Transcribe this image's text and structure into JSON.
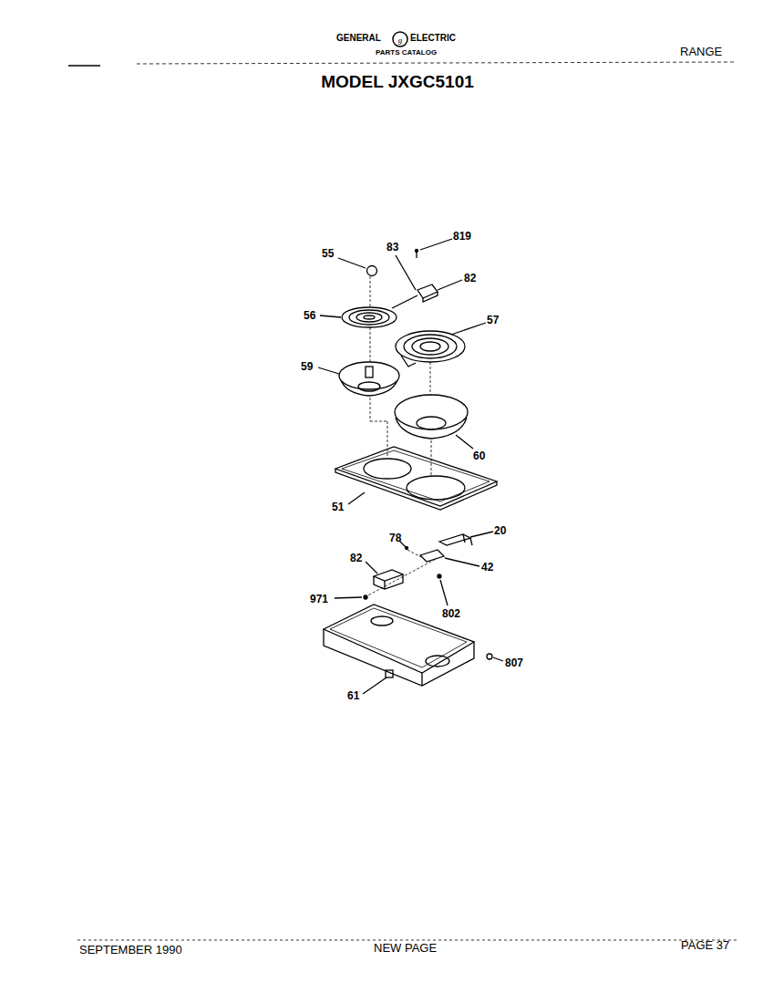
{
  "diagram": {
    "title": "MODEL JXGC5101",
    "labels": [
      "GENERAL",
      "ELECTRIC",
      "PARTS CATALOG",
      "RANGE",
      "55",
      "83",
      "819",
      "82",
      "56",
      "57",
      "59",
      "60",
      "51",
      "78",
      "20",
      "82",
      "42",
      "971",
      "802",
      "807",
      "61",
      "SEPTEMBER 1990",
      "NEW PAGE",
      "PAGE 37"
    ]
  }
}
